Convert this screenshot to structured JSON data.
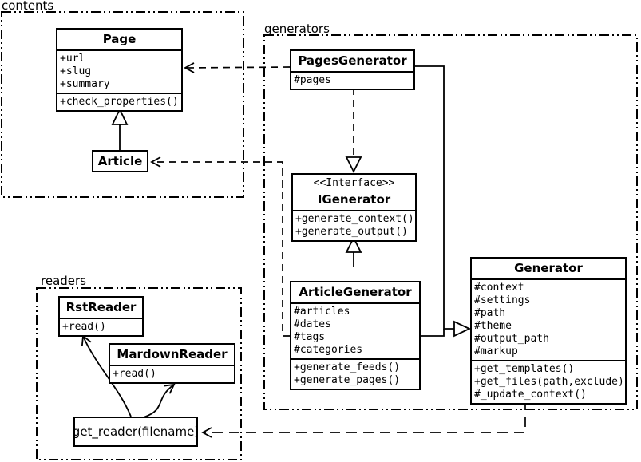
{
  "diagram": {
    "kind": "uml-class-diagram",
    "background": "#ffffff",
    "line_color": "#000000"
  },
  "packages": {
    "contents": {
      "label": "contents"
    },
    "generators": {
      "label": "generators"
    },
    "readers": {
      "label": "readers"
    }
  },
  "classes": {
    "page": {
      "title": "Page",
      "attributes": [
        "+url",
        "+slug",
        "+summary"
      ],
      "methods": [
        "+check_properties()"
      ]
    },
    "article": {
      "title": "Article"
    },
    "pages_generator": {
      "title": "PagesGenerator",
      "attributes": [
        "#pages"
      ]
    },
    "igenerator": {
      "stereotype": "<<Interface>>",
      "title": "IGenerator",
      "methods": [
        "+generate_context()",
        "+generate_output()"
      ]
    },
    "article_generator": {
      "title": "ArticleGenerator",
      "attributes": [
        "#articles",
        "#dates",
        "#tags",
        "#categories"
      ],
      "methods": [
        "+generate_feeds()",
        "+generate_pages()"
      ]
    },
    "generator": {
      "title": "Generator",
      "attributes": [
        "#context",
        "#settings",
        "#path",
        "#theme",
        "#output_path",
        "#markup"
      ],
      "methods": [
        "+get_templates()",
        "+get_files(path,exclude)",
        "#_update_context()"
      ]
    },
    "rst_reader": {
      "title": "RstReader",
      "methods": [
        "+read()"
      ]
    },
    "mardown_reader": {
      "title": "MardownReader",
      "methods": [
        "+read()"
      ]
    },
    "get_reader": {
      "label": "get_reader(filename)"
    }
  },
  "relationships": [
    {
      "from": "Article",
      "to": "Page",
      "type": "inheritance"
    },
    {
      "from": "PagesGenerator",
      "to": "Page",
      "type": "dependency"
    },
    {
      "from": "ArticleGenerator",
      "to": "Article",
      "type": "dependency"
    },
    {
      "from": "PagesGenerator",
      "to": "IGenerator",
      "type": "realization"
    },
    {
      "from": "ArticleGenerator",
      "to": "IGenerator",
      "type": "inheritance"
    },
    {
      "from": "PagesGenerator",
      "to": "Generator",
      "type": "inheritance"
    },
    {
      "from": "ArticleGenerator",
      "to": "Generator",
      "type": "inheritance"
    },
    {
      "from": "Generator",
      "to": "get_reader(filename)",
      "type": "dependency"
    },
    {
      "from": "get_reader(filename)",
      "to": "RstReader",
      "type": "arrow"
    },
    {
      "from": "get_reader(filename)",
      "to": "MardownReader",
      "type": "arrow"
    }
  ]
}
